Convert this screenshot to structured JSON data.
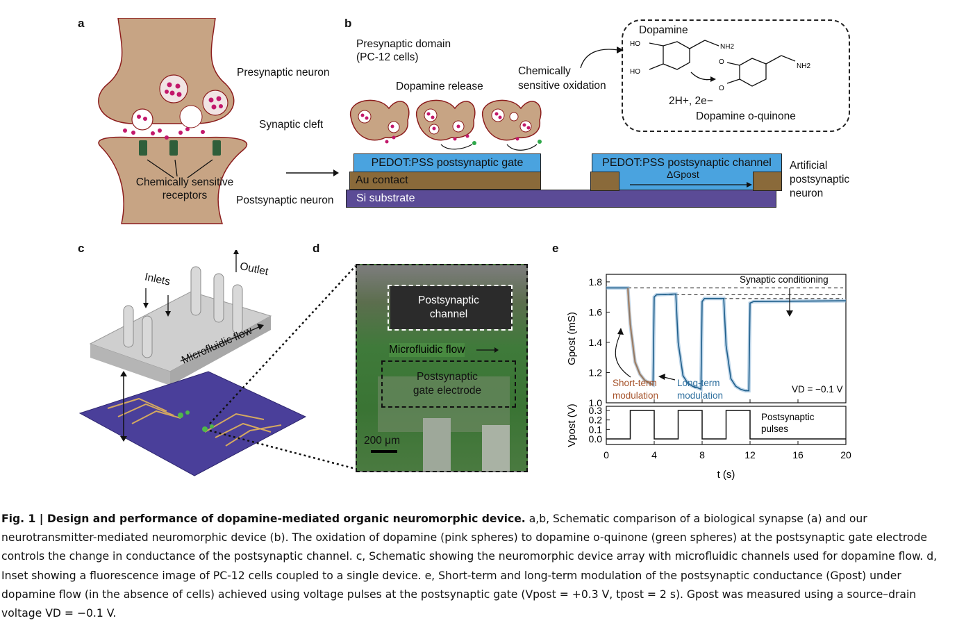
{
  "panel_labels": {
    "a": "a",
    "b": "b",
    "c": "c",
    "d": "d",
    "e": "e"
  },
  "panel_a": {
    "presynaptic": "Presynaptic neuron",
    "cleft": "Synaptic cleft",
    "receptors_1": "Chemically sensitive",
    "receptors_2": "receptors",
    "postsynaptic": "Postsynaptic neuron"
  },
  "panel_b": {
    "presyn_domain_1": "Presynaptic domain",
    "presyn_domain_2": "(PC-12 cells)",
    "dopamine_release": "Dopamine release",
    "oxidation_1": "Chemically",
    "oxidation_2": "sensitive oxidation",
    "dopamine": "Dopamine",
    "quinone": "Dopamine o-quinone",
    "products": "2H+, 2e−",
    "gate_layer": "PEDOT:PSS postsynaptic gate",
    "au_contact": "Au contact",
    "si_substrate": "Si substrate",
    "channel_layer": "PEDOT:PSS postsynaptic channel",
    "delta_g": "ΔGpost",
    "artificial_1": "Artificial",
    "artificial_2": "postsynaptic",
    "artificial_3": "neuron",
    "chem_ho": "HO",
    "chem_nh2": "NH2",
    "chem_o": "O"
  },
  "panel_c": {
    "inlets": "Inlets",
    "outlet": "Outlet",
    "flow": "Microfluidic flow"
  },
  "panel_d": {
    "channel_1": "Postsynaptic",
    "channel_2": "channel",
    "flow": "Microfluidic flow",
    "gate_1": "Postsynaptic",
    "gate_2": "gate electrode",
    "scale": "200 μm"
  },
  "chart_data": [
    {
      "type": "line",
      "title": "",
      "ylabel": "Gpost (mS)",
      "xlabel": "t (s)",
      "xlim": [
        0,
        20
      ],
      "ylim": [
        1.0,
        1.85
      ],
      "yticks": [
        1.0,
        1.2,
        1.4,
        1.6,
        1.8
      ],
      "xticks": [
        0,
        4,
        8,
        12,
        16,
        20
      ],
      "series": [
        {
          "name": "",
          "x": [
            0,
            1.8,
            2.0,
            2.4,
            2.8,
            3.2,
            3.6,
            3.9,
            4.0,
            4.2,
            5.8,
            6.0,
            6.4,
            6.8,
            7.2,
            7.6,
            7.9,
            8.0,
            8.2,
            9.8,
            10.0,
            10.4,
            10.8,
            11.2,
            11.6,
            11.9,
            12.0,
            12.3,
            20
          ],
          "values": [
            1.76,
            1.76,
            1.52,
            1.27,
            1.19,
            1.15,
            1.13,
            1.12,
            1.7,
            1.715,
            1.72,
            1.4,
            1.18,
            1.13,
            1.11,
            1.1,
            1.09,
            1.67,
            1.69,
            1.69,
            1.38,
            1.16,
            1.11,
            1.09,
            1.08,
            1.08,
            1.66,
            1.67,
            1.675
          ]
        }
      ],
      "annotations": {
        "conditioning": "Synaptic conditioning",
        "short_1": "Short-term",
        "short_2": "modulation",
        "long_1": "Long-term",
        "long_2": "modulation",
        "vd": "VD = −0.1 V"
      },
      "colors": {
        "line": "#1f5f8b",
        "short": "#a5522a",
        "long": "#2e6f9e"
      }
    },
    {
      "type": "line",
      "ylabel": "Vpost (V)",
      "xlabel": "t (s)",
      "xlim": [
        0,
        20
      ],
      "ylim": [
        0,
        0.3
      ],
      "yticks": [
        0.0,
        0.1,
        0.2,
        0.3
      ],
      "xticks": [
        0,
        4,
        8,
        12,
        16,
        20
      ],
      "series": [
        {
          "name": "",
          "x": [
            0,
            2,
            2,
            4,
            4,
            6,
            6,
            8,
            8,
            10,
            10,
            12,
            12,
            20
          ],
          "values": [
            0,
            0,
            0.3,
            0.3,
            0,
            0,
            0.3,
            0.3,
            0,
            0,
            0.3,
            0.3,
            0,
            0
          ]
        }
      ],
      "annotations": {
        "pulses_1": "Postsynaptic",
        "pulses_2": "pulses"
      }
    }
  ],
  "caption": {
    "fig": "Fig. 1 | Design and performance of dopamine-mediated organic neuromorphic device.",
    "p1": " a,b, Schematic comparison of a biological synapse (a) and our neurotransmitter-mediated neuromorphic device (b). The oxidation of dopamine (pink spheres) to dopamine o-quinone (green spheres) at the postsynaptic gate electrode controls the change in conductance of the postsynaptic channel. c, Schematic showing the neuromorphic device array with microfluidic channels used for dopamine flow. d, Inset showing a fluorescence image of PC-12 cells coupled to a single device. e, Short-term and long-term modulation of the postsynaptic conductance (Gpost) under dopamine flow (in the absence of cells) achieved using voltage pulses at the postsynaptic gate (Vpost = +0.3 V, tpost = 2 s). Gpost was measured using a source–drain voltage VD = −0.1 V."
  },
  "colors": {
    "neuron": "#c7a484",
    "neuron_edge": "#8c1d1d",
    "vesicle": "#c2186b",
    "pedot": "#4aa3df",
    "au": "#8a6a3a",
    "si": "#5b4b96",
    "chip": "#4a3f9a",
    "green": "#2c7d3a"
  }
}
